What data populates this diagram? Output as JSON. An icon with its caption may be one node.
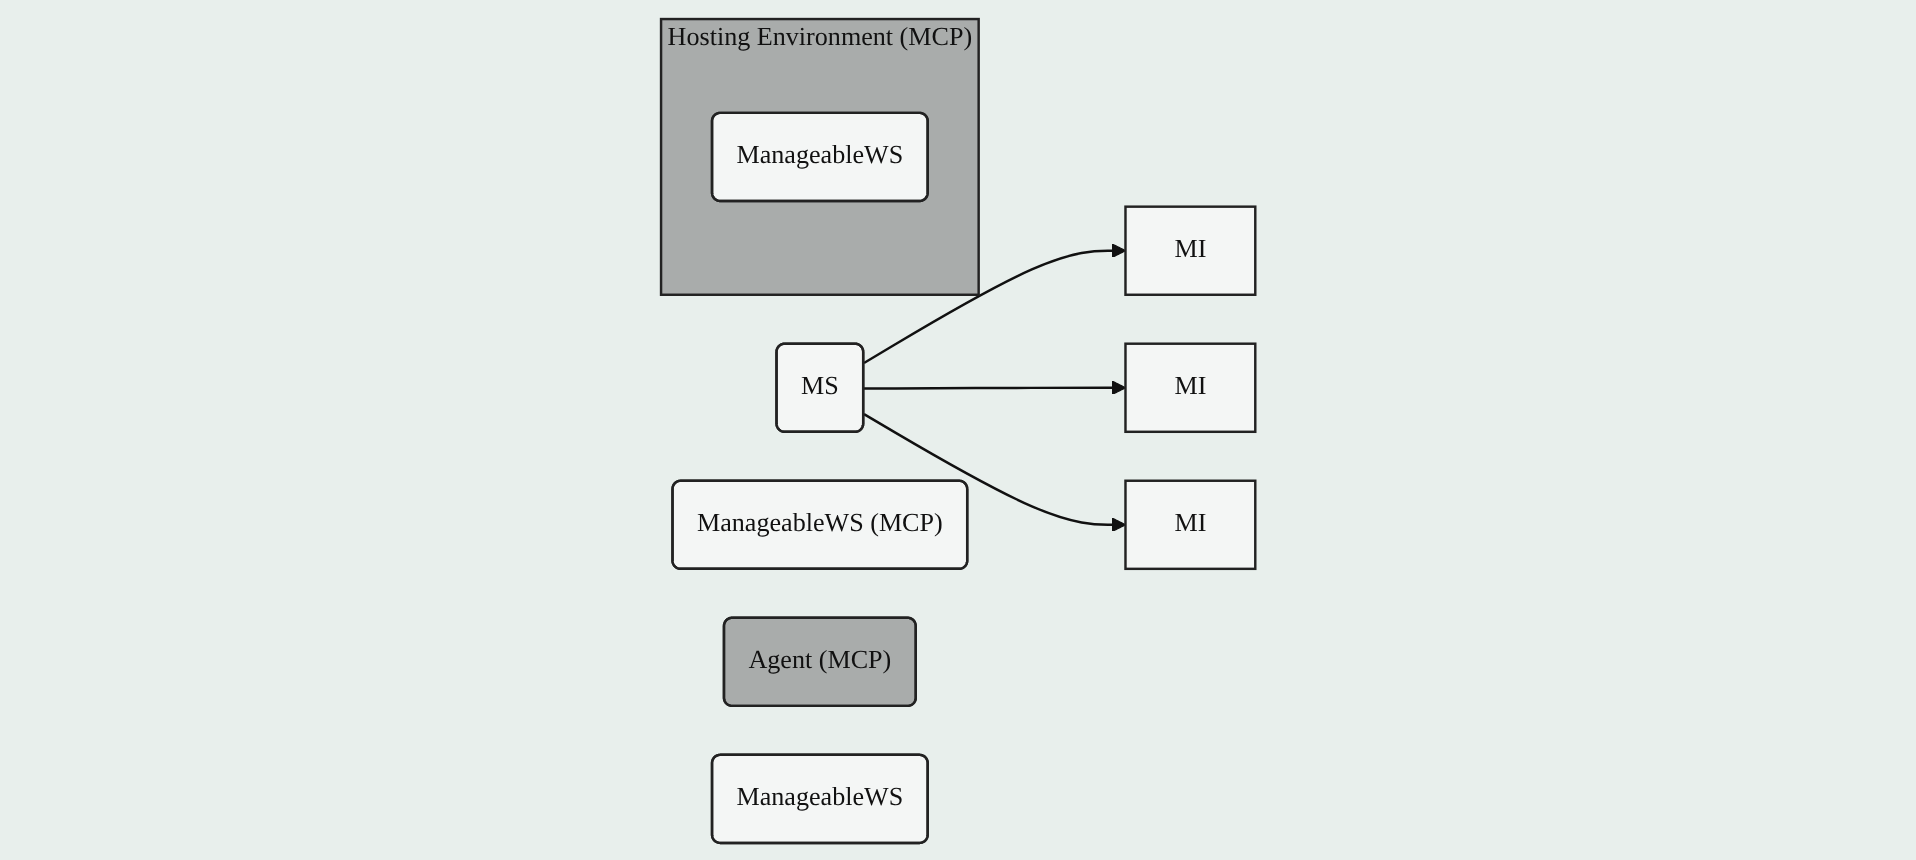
{
  "diagram": {
    "nodes": [
      {
        "text": [
          "MS"
        ]
      },
      {
        "text": [
          "MI"
        ]
      },
      {
        "text": [
          "ManageableWS (MCP)"
        ]
      },
      {
        "text": [
          "MI"
        ]
      },
      {
        "text": [
          "Agent (MCP)"
        ]
      },
      {
        "text": [
          "ManageableWS"
        ]
      },
      {
        "text": [
          "Hosting Environment (MCP)"
        ]
      },
      {
        "text": [
          "ManageableWS"
        ],
        "in": 6
      },
      {
        "text": [
          "MI"
        ]
      }
    ],
    "edges": [
      {
        "from": 0,
        "to": 1,
        "arrow": "to"
      },
      {
        "from": 0,
        "to": 3,
        "arrow": "to"
      },
      {
        "from": 0,
        "to": 8,
        "arrow": "to"
      }
    ]
  }
}
